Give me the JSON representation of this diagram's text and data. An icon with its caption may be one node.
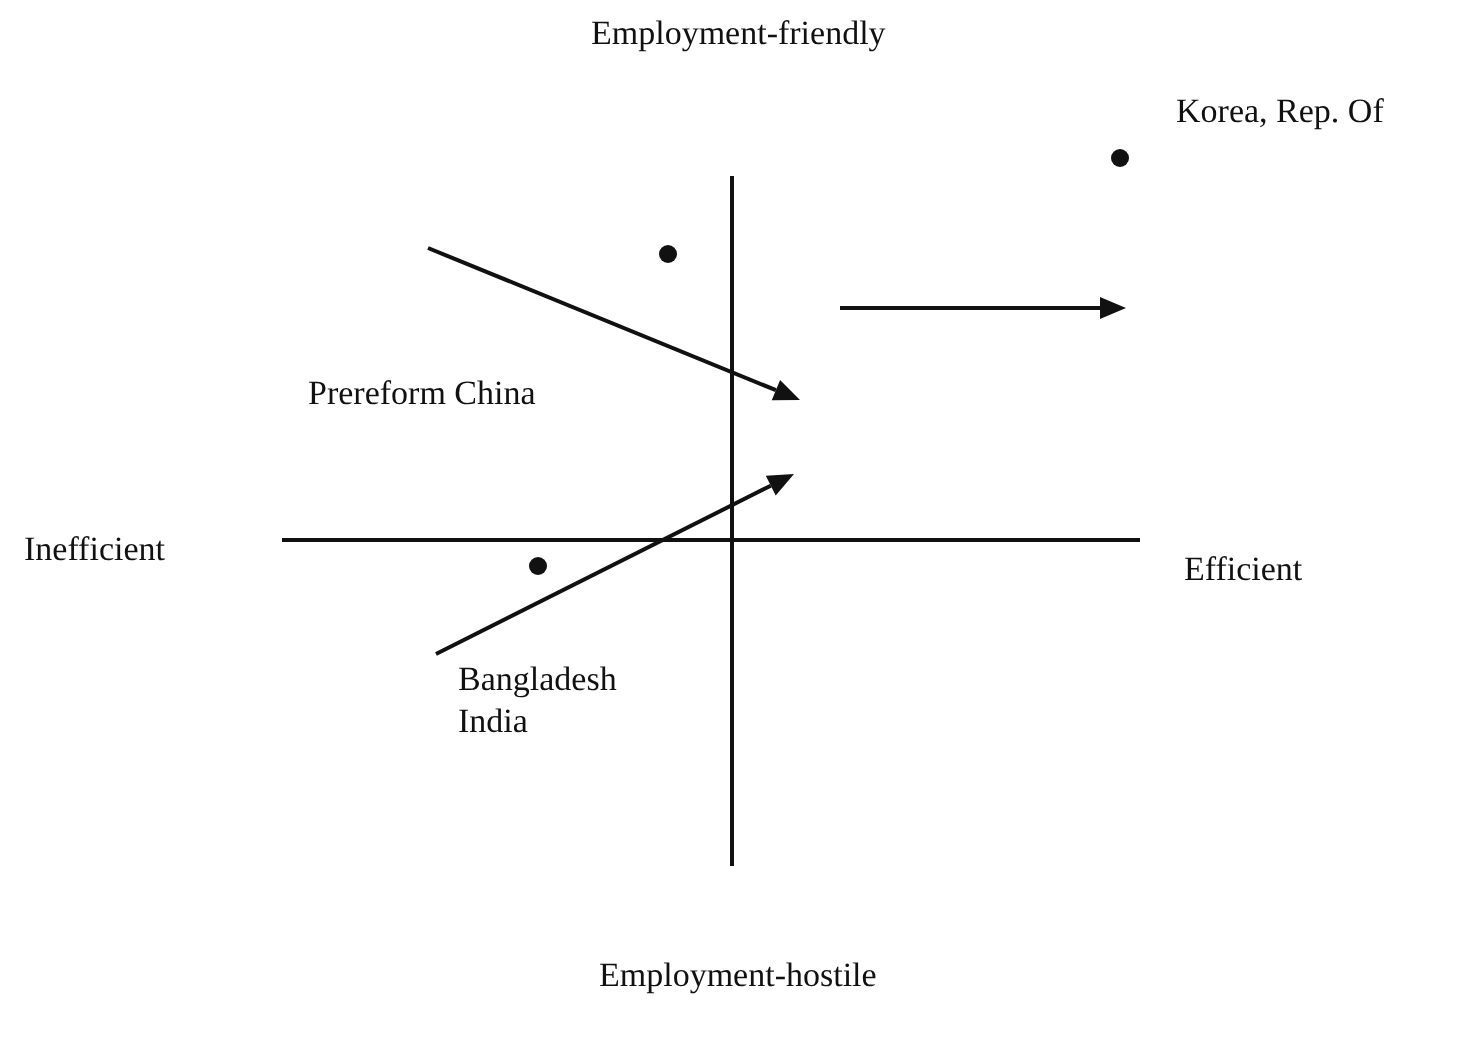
{
  "diagram": {
    "labels": [
      "Employment-friendly",
      "Korea, Rep. Of",
      "Prereform China",
      "Inefficient",
      "Efficient",
      "Bangladesh India",
      "Employment-hostile"
    ]
  }
}
